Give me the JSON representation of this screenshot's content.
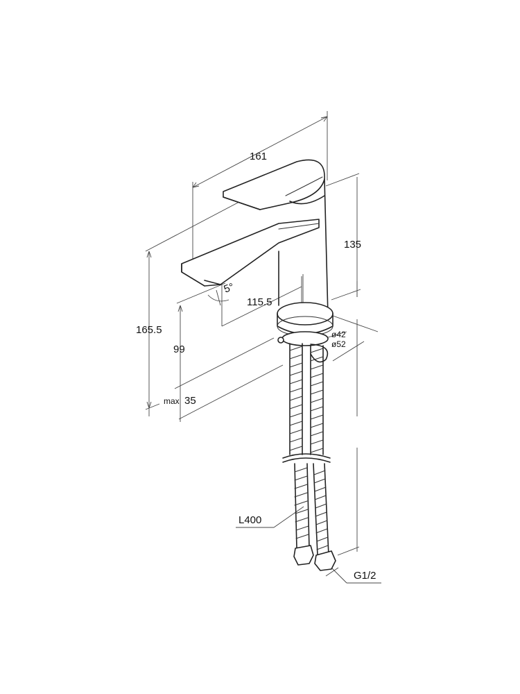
{
  "dimensions": {
    "total_length": "161",
    "height_upper": "135",
    "spout_reach": "115.5",
    "total_height": "165.5",
    "spout_height": "99",
    "deck_thickness": "35",
    "deck_thickness_prefix": "max",
    "angle": "5°",
    "inner_diameter": "ø42",
    "outer_diameter": "ø52",
    "hose_length": "L400",
    "thread": "G1/2"
  }
}
